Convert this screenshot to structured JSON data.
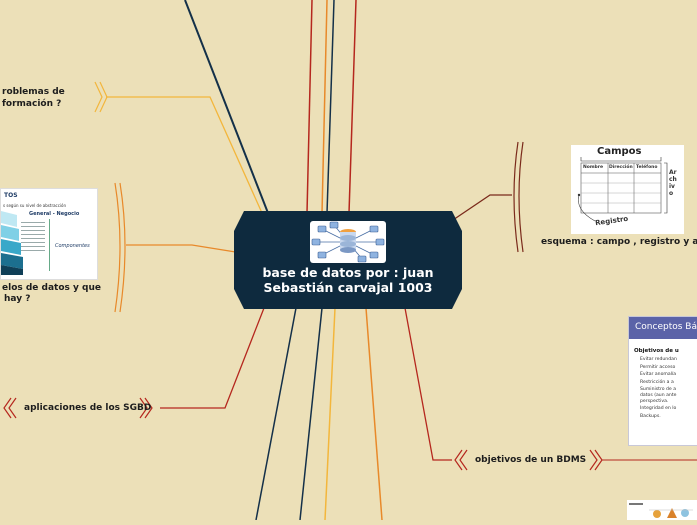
{
  "central": {
    "title_line1": "base de datos por : juan",
    "title_line2": "Sebastián carvajal 1003",
    "image": "database-network-icon"
  },
  "branches": {
    "problemas": {
      "line1": "roblemas de",
      "line2": "formación ?"
    },
    "modelos": {
      "line1": "elos de datos y que",
      "line2": "hay ?"
    },
    "aplicaciones": {
      "label": "aplicaciones de los SGBD"
    },
    "objetivos": {
      "label": "objetivos de un BDMS"
    },
    "esquema": {
      "label": "esquema : campo , registro y arch"
    }
  },
  "thumb_campos": {
    "title": "Campos",
    "columns": [
      "Nombre",
      "Dirección",
      "Teléfono"
    ],
    "side_label": "Archivo",
    "bottom_label": "Registro"
  },
  "thumb_conceptos": {
    "header": "Conceptos Bá",
    "heading": "Objetivos de u",
    "items": [
      "Evitar redundan",
      "Permitir acceso",
      "Evitar anomalía",
      "Restricción a a",
      "Suministro de a",
      "datos (aun ante",
      "perspectiva.",
      "Integridad en lo",
      "Backups."
    ]
  },
  "thumb_modelos": {
    "title": "TOS",
    "subtitle": "s según su nivel de abstracción",
    "box_title": "General - Negocio",
    "components": "Componentes"
  },
  "colors": {
    "background": "#ece0b8",
    "central": "#0e2a3e",
    "navy_line": "#143049",
    "red_line": "#b5271e",
    "orange_line": "#e8892a",
    "yellow_line": "#f3b63c",
    "brown_line": "#7a2a1b",
    "conceptos_header": "#5b63a8"
  }
}
